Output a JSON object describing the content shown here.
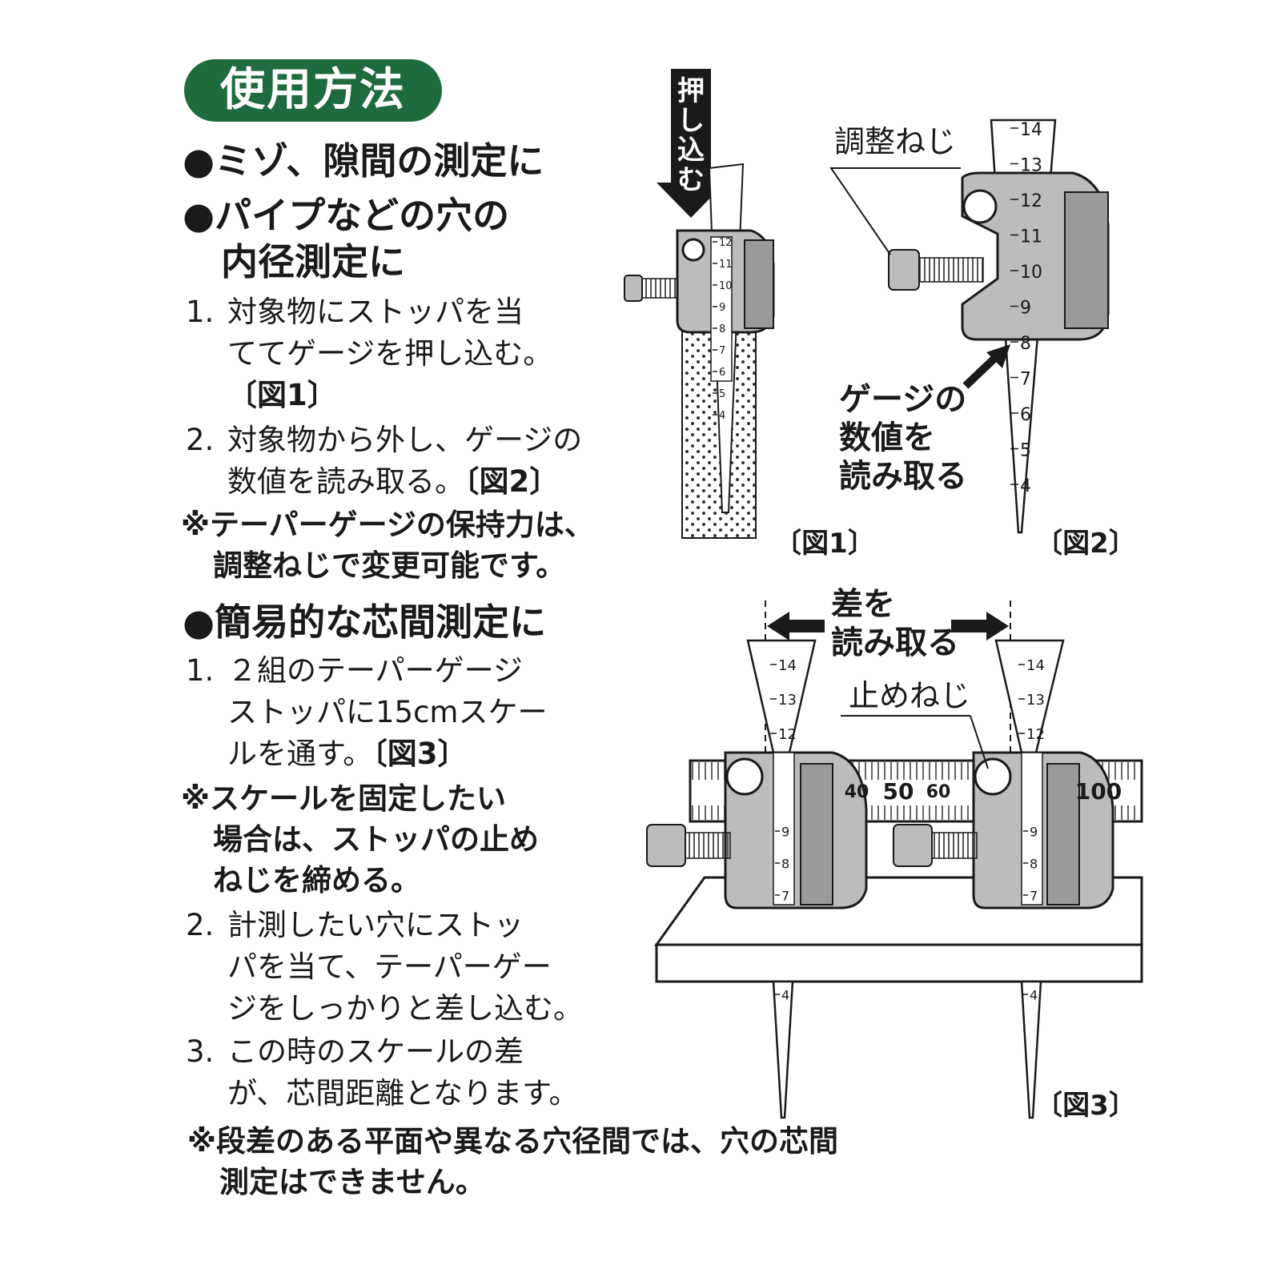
{
  "colors": {
    "accent": "#1e6b3d",
    "ink": "#1a1a1a",
    "body_gray": "#bcbcbc"
  },
  "title": "使用方法",
  "section1": {
    "heading_line1": "●ミゾ、隙間の測定に",
    "heading_line2": "●パイプなどの穴の",
    "heading_line3": "内径測定に",
    "step1": {
      "num": "1.",
      "line1": "対象物にストッパを当",
      "line2": "ててゲージを押し込む。",
      "ref": "〔図1〕"
    },
    "step2": {
      "num": "2.",
      "line1": "対象物から外し、ゲージの",
      "line2": "数値を読み取る。",
      "ref": "〔図2〕"
    },
    "note_line1": "※テーパーゲージの保持力は、",
    "note_line2": "調整ねじで変更可能です。"
  },
  "section2": {
    "heading": "●簡易的な芯間測定に",
    "step1": {
      "num": "1.",
      "line1": "２組のテーパーゲージ",
      "line2": "ストッパに15cmスケー",
      "line3": "ルを通す。",
      "ref": "〔図3〕"
    },
    "note_line1": "※スケールを固定したい",
    "note_line2": "場合は、ストッパの止め",
    "note_line3": "ねじを締める。",
    "step2": {
      "num": "2.",
      "line1": "計測したい穴にストッ",
      "line2": "パを当て、テーパーゲー",
      "line3": "ジをしっかりと差し込む。"
    },
    "step3": {
      "num": "3.",
      "line1": "この時のスケールの差",
      "line2": "が、芯間距離となります。"
    }
  },
  "footer_note": {
    "line1": "※段差のある平面や異なる穴径間では、穴の芯間",
    "line2": "測定はできません。"
  },
  "fig1": {
    "caption": "〔図1〕",
    "arrow_label": [
      "押",
      "し",
      "込",
      "む"
    ],
    "scale_ticks": [
      "12",
      "11",
      "10",
      "9",
      "8",
      "7",
      "6",
      "5",
      "4"
    ]
  },
  "fig2": {
    "caption": "〔図2〕",
    "screw_label": "調整ねじ",
    "read_label_line1": "ゲージの",
    "read_label_line2": "数値を",
    "read_label_line3": "読み取る",
    "scale_ticks": [
      "14",
      "13",
      "12",
      "11",
      "10",
      "9",
      "8",
      "7",
      "6",
      "5",
      "4"
    ]
  },
  "fig3": {
    "caption": "〔図3〕",
    "diff_label_line1": "差を",
    "diff_label_line2": "読み取る",
    "stop_screw_label": "止めねじ",
    "ruler_numbers": [
      "40",
      "50",
      "60",
      "100"
    ],
    "gauge_ticks_top": [
      "14",
      "13",
      "12"
    ],
    "gauge_ticks_mid": [
      "9",
      "8",
      "7"
    ],
    "gauge_tick_bottom": "4"
  }
}
